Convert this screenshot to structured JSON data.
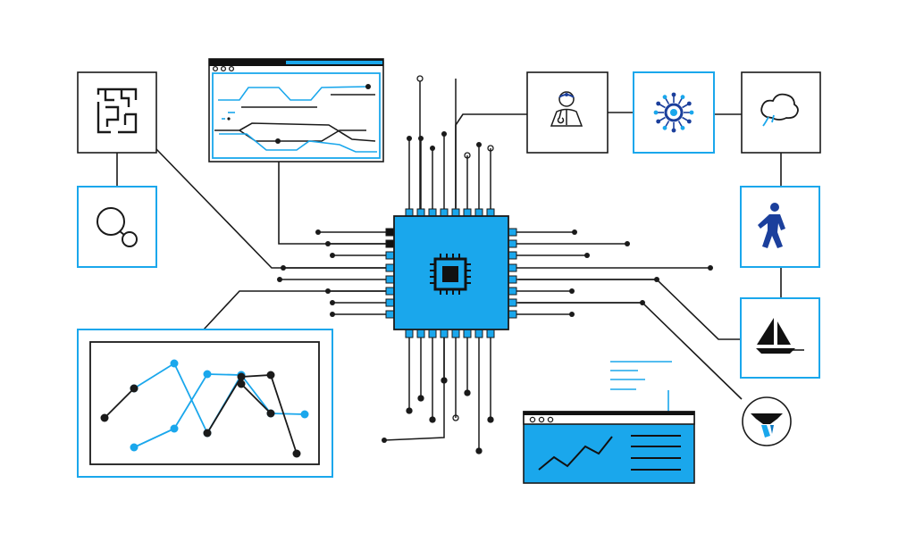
{
  "colors": {
    "accent": "#1aa7ec",
    "accent_dark": "#0a78c2",
    "ink": "#1a1a1a",
    "icon_blue": "#1b3f9c",
    "background": "#ffffff"
  },
  "nodes": [
    {
      "id": "maze",
      "icon": "maze-icon",
      "frame": "dark"
    },
    {
      "id": "chain-links",
      "icon": "chain-link-icon",
      "frame": "accent"
    },
    {
      "id": "trace-window",
      "icon": "signal-trace-icon",
      "frame": "dark"
    },
    {
      "id": "microchip",
      "icon": "cpu-chip-icon",
      "frame": "accent"
    },
    {
      "id": "doctor",
      "icon": "doctor-icon",
      "frame": "dark"
    },
    {
      "id": "virus",
      "icon": "virus-icon",
      "frame": "accent"
    },
    {
      "id": "thought-bubble",
      "icon": "thought-bubble-icon",
      "frame": "dark"
    },
    {
      "id": "walking-person",
      "icon": "walking-person-icon",
      "frame": "accent"
    },
    {
      "id": "sailboat",
      "icon": "sailboat-icon",
      "frame": "accent"
    },
    {
      "id": "drone-badge",
      "icon": "drone-icon",
      "frame": "dark"
    },
    {
      "id": "line-chart-panel",
      "icon": "multi-line-chart-icon",
      "frame": "accent"
    },
    {
      "id": "dashboard-window",
      "icon": "trend-chart-icon",
      "frame": "dark"
    }
  ]
}
